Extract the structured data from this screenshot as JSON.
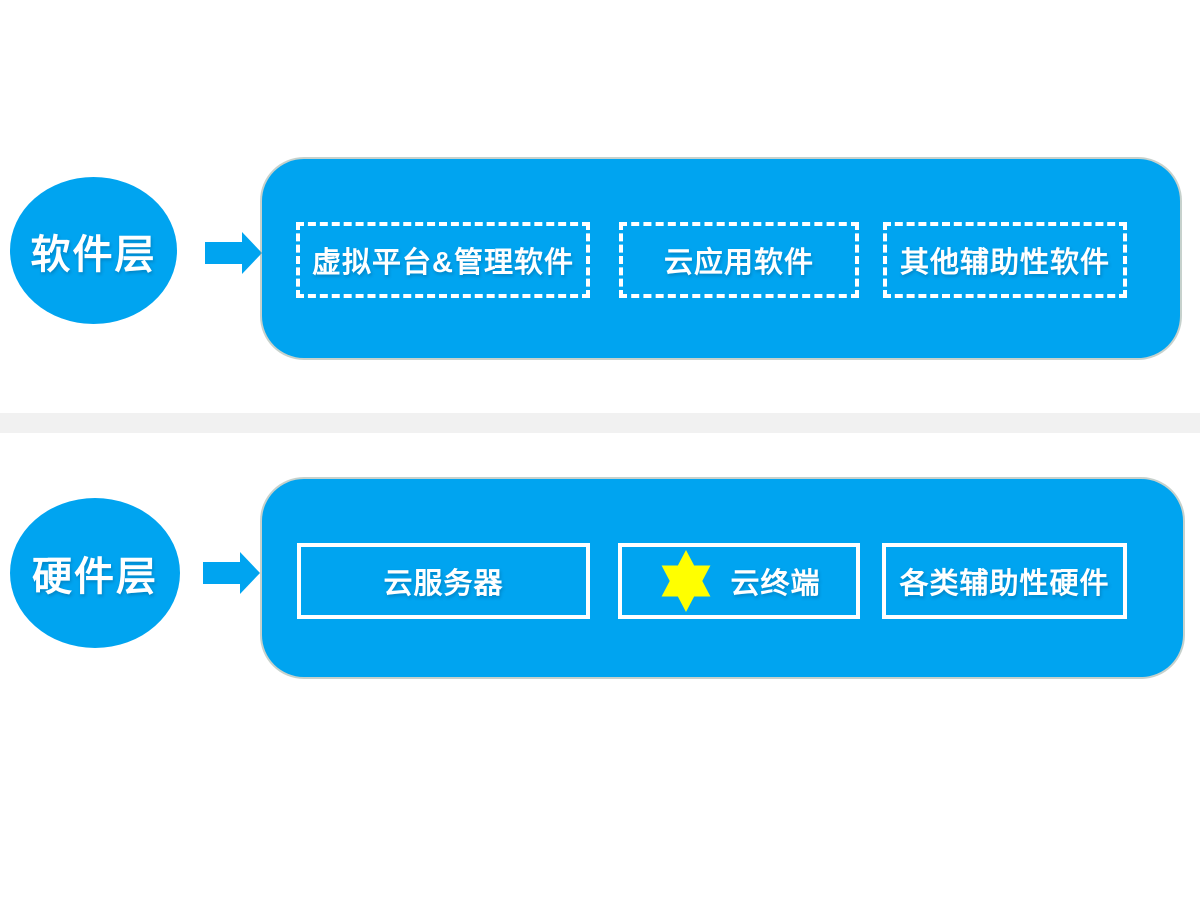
{
  "colors": {
    "blue": "#00A4F0",
    "band": "#F1F1F1",
    "star": "#FFFF00",
    "text": "#FFFFFF",
    "page-bg": "#FFFFFF"
  },
  "software_layer": {
    "label": "软件层",
    "boxes": [
      {
        "label": "虚拟平台&管理软件",
        "border": "dashed"
      },
      {
        "label": "云应用软件",
        "border": "dashed"
      },
      {
        "label": "其他辅助性软件",
        "border": "dashed"
      }
    ]
  },
  "hardware_layer": {
    "label": "硬件层",
    "boxes": [
      {
        "label": "云服务器",
        "border": "solid"
      },
      {
        "label": "云终端",
        "border": "solid",
        "icon": "six-pointed-star"
      },
      {
        "label": "各类辅助性硬件",
        "border": "solid"
      }
    ]
  },
  "icons": {
    "arrow": "block-arrow-right",
    "star": "six-pointed-star"
  }
}
